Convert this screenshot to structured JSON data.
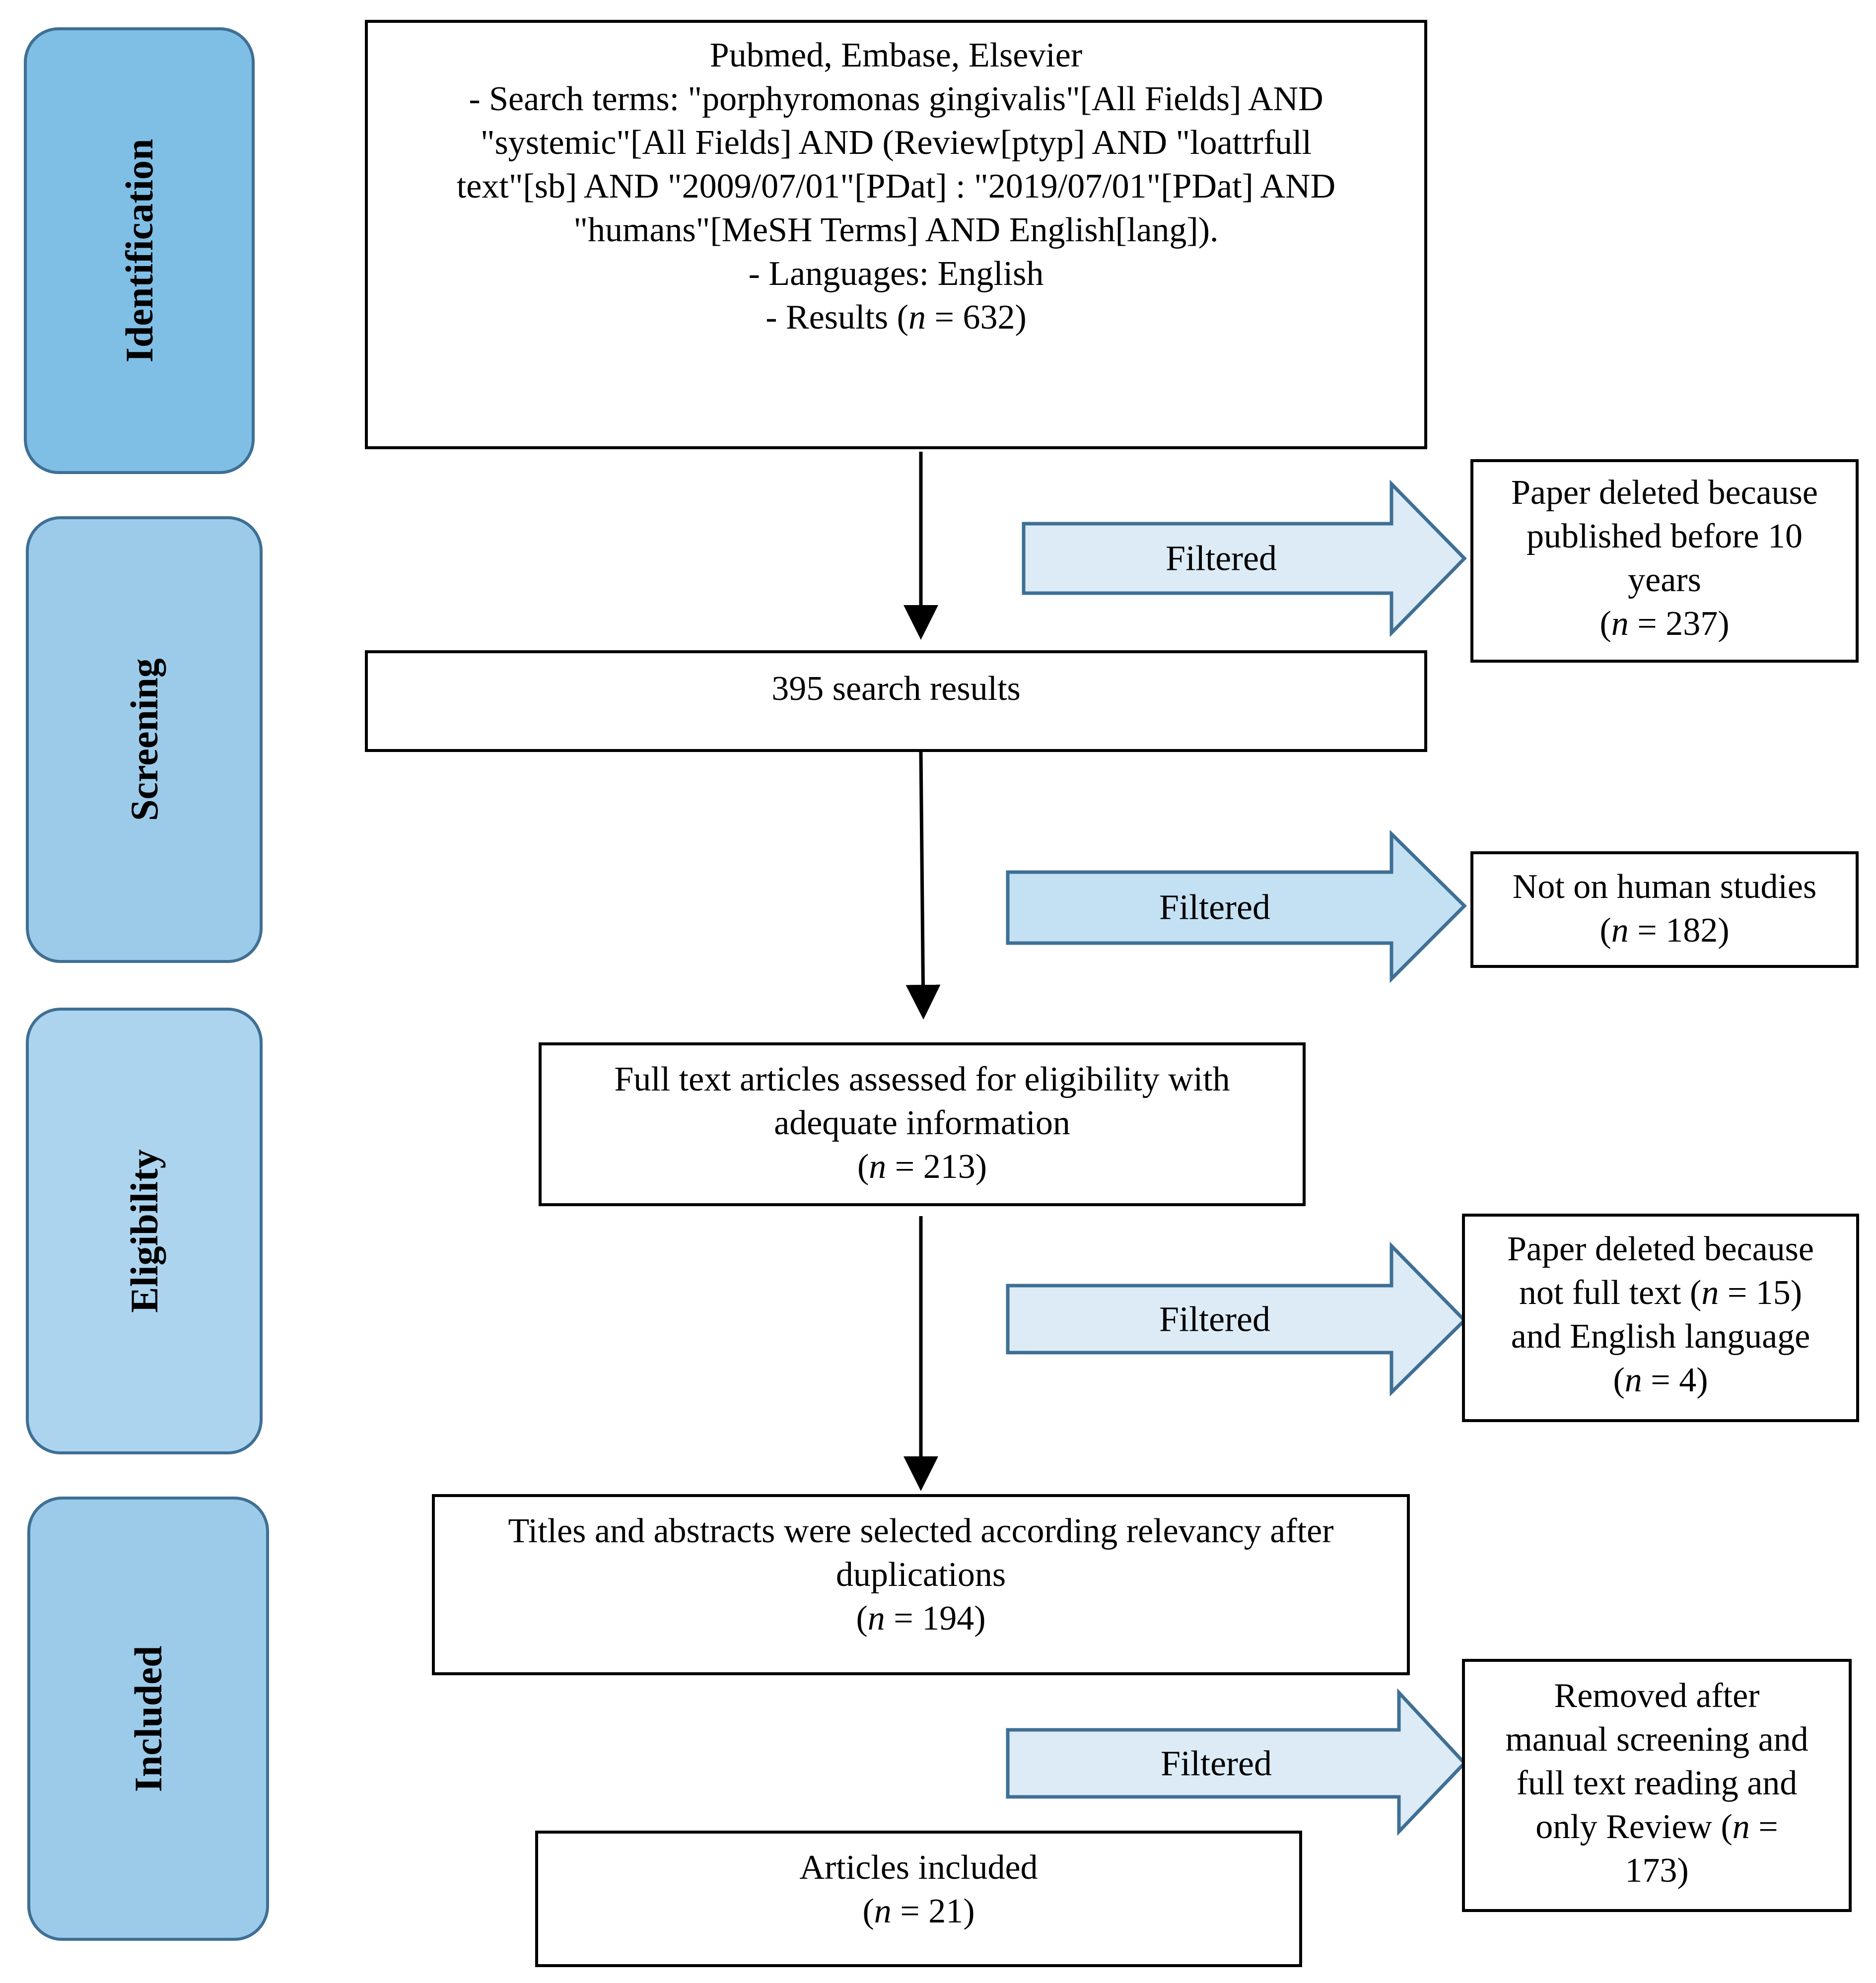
{
  "phases": {
    "identification": "Identification",
    "screening": "Screening",
    "eligibility": "Eligibility",
    "included": "Included"
  },
  "search_box": {
    "sources": "Pubmed, Embase, Elsevier",
    "search_terms_line1": "-    Search terms: \"porphyromonas gingivalis\"[All Fields] AND",
    "search_terms_line2": "\"systemic\"[All Fields] AND (Review[ptyp] AND \"loattrfull",
    "search_terms_line3": "text\"[sb] AND \"2009/07/01\"[PDat] : \"2019/07/01\"[PDat] AND",
    "search_terms_line4": "\"humans\"[MeSH Terms] AND English[lang]).",
    "languages": "- Languages: English",
    "results_prefix": "- Results (",
    "results_n": "n",
    "results_suffix": " = 632)"
  },
  "screening_box": {
    "text": "395 search results"
  },
  "eligibility_box": {
    "line1": "Full text articles assessed for eligibility with",
    "line2": "adequate information",
    "count_prefix": "(",
    "count_n": "n",
    "count_suffix": " = 213)"
  },
  "titles_box": {
    "line1": "Titles and abstracts were selected according relevancy after",
    "line2": "duplications",
    "count_prefix": "(",
    "count_n": "n",
    "count_suffix": " = 194)"
  },
  "included_box": {
    "line1": "Articles included",
    "count_prefix": "(",
    "count_n": "n",
    "count_suffix": " = 21)"
  },
  "filter_arrows": {
    "label_1": "Filtered",
    "label_2": "Filtered",
    "label_3": "Filtered",
    "label_4": "Filtered"
  },
  "exclusions": {
    "ex1_line1": "Paper deleted because",
    "ex1_line2": "published before 10",
    "ex1_line3": "years",
    "ex1_prefix": "(",
    "ex1_n": "n",
    "ex1_suffix": " = 237)",
    "ex2_line1": "Not on human studies",
    "ex2_prefix": "(",
    "ex2_n": "n",
    "ex2_suffix": " = 182)",
    "ex3_line1": "Paper deleted because",
    "ex3_line2_prefix": "not full text  (",
    "ex3_line2_n": "n",
    "ex3_line2_suffix": " = 15)",
    "ex3_line3": "and English language",
    "ex3_prefix": "(",
    "ex3_n": "n",
    "ex3_suffix": " = 4)",
    "ex4_line1": "Removed after",
    "ex4_line2": "manual screening and",
    "ex4_line3": "full text reading and",
    "ex4_line4_prefix": "only Review  (",
    "ex4_line4_n": "n",
    "ex4_line4_suffix": " =",
    "ex4_line5": "173)"
  },
  "colors": {
    "phase_fill_top": "#7fbfe6",
    "phase_fill_bottom": "#a9d4ef",
    "arrow_fill": "#dcebf6",
    "arrow_stroke": "#3f6f94",
    "line": "#000000"
  }
}
